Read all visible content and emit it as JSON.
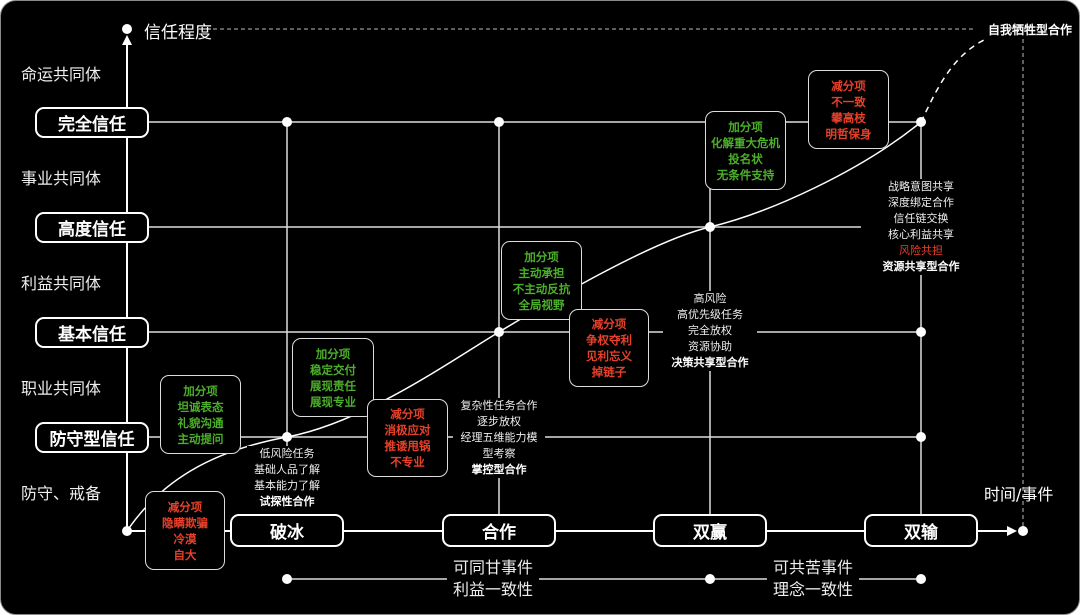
{
  "axis": {
    "y_title": "信任程度",
    "x_title": "时间/事件",
    "top_right_label": "自我牺牲型合作"
  },
  "side_labels": [
    "命运共同体",
    "事业共同体",
    "利益共同体",
    "职业共同体",
    "防守、戒备"
  ],
  "trust_levels": [
    "完全信任",
    "高度信任",
    "基本信任",
    "防守型信任"
  ],
  "stages": [
    "破冰",
    "合作",
    "双赢",
    "双输"
  ],
  "cards": {
    "minus_0": {
      "title": "减分项",
      "items": [
        "隐瞒欺骗",
        "冷漠",
        "自大"
      ]
    },
    "plus_1": {
      "title": "加分项",
      "items": [
        "坦诚表态",
        "礼貌沟通",
        "主动提问"
      ]
    },
    "plus_2": {
      "title": "加分项",
      "items": [
        "稳定交付",
        "展现责任",
        "展现专业"
      ]
    },
    "minus_2": {
      "title": "减分项",
      "items": [
        "消极应对",
        "推诿甩锅",
        "不专业"
      ]
    },
    "plus_3": {
      "title": "加分项",
      "items": [
        "主动承担",
        "不主动反抗",
        "全局视野"
      ]
    },
    "minus_3": {
      "title": "减分项",
      "items": [
        "争权夺利",
        "见利忘义",
        "掉链子"
      ]
    },
    "plus_4": {
      "title": "加分项",
      "items": [
        "化解重大危机",
        "投名状",
        "无条件支持"
      ]
    },
    "minus_4": {
      "title": "减分项",
      "items": [
        "不一致",
        "攀高枝",
        "明哲保身"
      ]
    }
  },
  "descriptions": {
    "icebreak": {
      "items": [
        "低风险任务",
        "基础人品了解",
        "基本能力了解"
      ],
      "type": "试探性合作"
    },
    "cooperate": {
      "items": [
        "复杂性任务合作",
        "逐步放权",
        "经理五维能力模",
        "型考察"
      ],
      "type": "掌控型合作"
    },
    "winwin": {
      "items": [
        "高风险",
        "高优先级任务",
        "完全放权",
        "资源协助"
      ],
      "type": "决策共享型合作"
    },
    "resource": {
      "items": [
        "战略意图共享",
        "深度绑定合作",
        "信任链交换",
        "核心利益共享"
      ],
      "risk": "风险共担",
      "type": "资源共享型合作"
    }
  },
  "footer": {
    "left": [
      "可同甘事件",
      "利益一致性"
    ],
    "right": [
      "可共苦事件",
      "理念一致性"
    ]
  },
  "colors": {
    "background": "#000000",
    "line": "#ffffff",
    "plus": "#4caf2a",
    "minus": "#e8402a"
  }
}
